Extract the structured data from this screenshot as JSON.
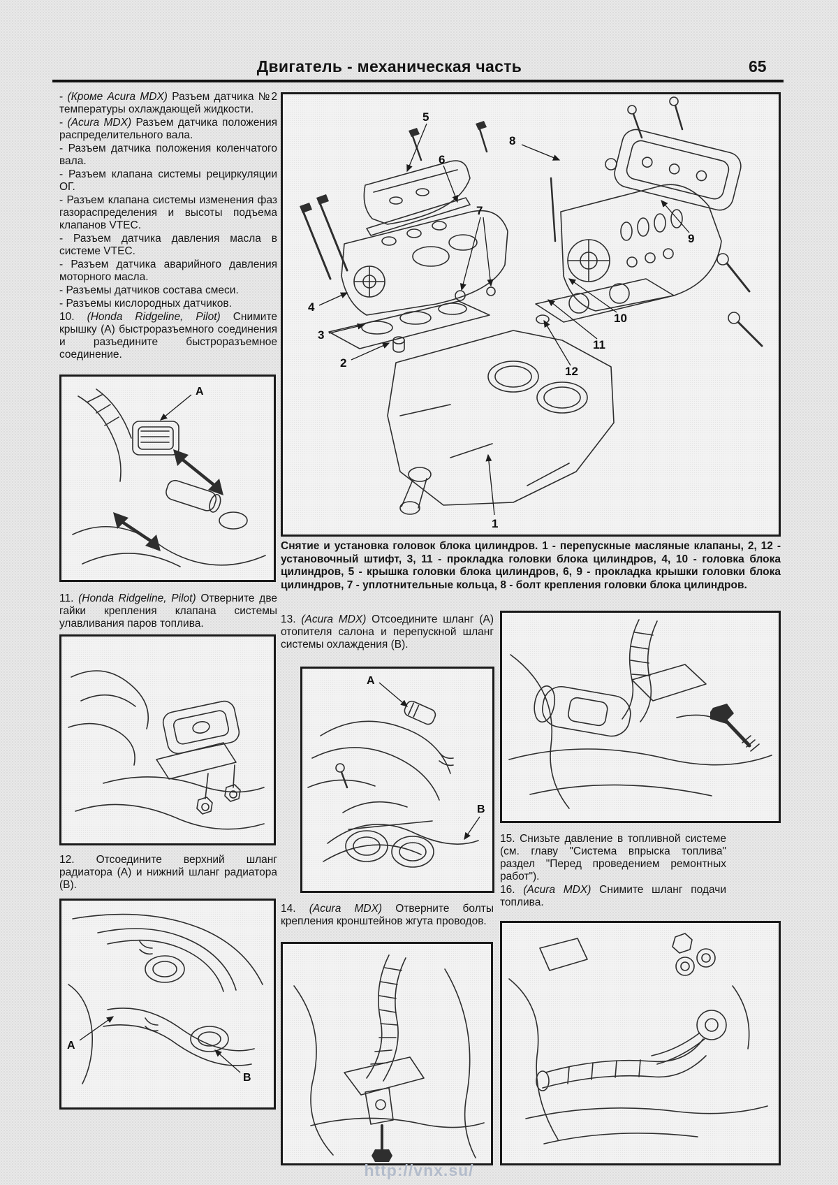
{
  "header": {
    "title": "Двигатель - механическая часть",
    "page_number": "65"
  },
  "left": {
    "bullets": [
      {
        "lead": "- ",
        "italic": "(Кроме Acura MDX)",
        "rest": " Разъем датчика №2 температуры охлаждающей жидкости."
      },
      {
        "lead": "- ",
        "italic": "(Acura MDX)",
        "rest": " Разъем датчика положения распределительного вала."
      },
      {
        "lead": "- ",
        "italic": "",
        "rest": "Разъем датчика положения коленчатого вала."
      },
      {
        "lead": "- ",
        "italic": "",
        "rest": "Разъем клапана системы рециркуляции ОГ."
      },
      {
        "lead": "- ",
        "italic": "",
        "rest": "Разъем клапана системы изменения фаз газораспределения и высоты подъема клапанов VTEC."
      },
      {
        "lead": "- ",
        "italic": "",
        "rest": "Разъем датчика давления масла в системе VTEC."
      },
      {
        "lead": "- ",
        "italic": "",
        "rest": "Разъем датчика аварийного давления моторного масла."
      },
      {
        "lead": "- ",
        "italic": "",
        "rest": "Разъемы датчиков состава смеси."
      },
      {
        "lead": "- ",
        "italic": "",
        "rest": "Разъемы кислородных датчиков."
      }
    ],
    "step10": {
      "lead": "10. ",
      "italic": "(Honda Ridgeline, Pilot)",
      "rest": " Снимите крышку (А) быстроразъемного соединения и разъедините быстроразъемное соединение."
    },
    "step11": {
      "lead": "11. ",
      "italic": "(Honda Ridgeline, Pilot)",
      "rest": " Отверните две гайки крепления клапана системы улавливания паров топлива."
    },
    "step12": {
      "lead": "12. ",
      "italic": "",
      "rest": "Отсоедините верхний шланг радиатора (А) и нижний шланг радиатора (В)."
    },
    "fig1_label_a": "А",
    "fig3_label_a": "А",
    "fig3_label_b": "В"
  },
  "diagram": {
    "caption": "Снятие и установка головок блока цилиндров. 1 - перепускные масляные клапаны, 2, 12 - установочный штифт, 3, 11 - прокладка головки блока цилиндров, 4, 10 - головка блока цилиндров, 5 - крышка головки блока цилиндров, 6, 9 - прокладка крышки головки блока цилиндров, 7 - уплотнительные кольца, 8 - болт крепления головки блока цилиндров.",
    "callouts": [
      "1",
      "2",
      "3",
      "4",
      "5",
      "6",
      "7",
      "8",
      "9",
      "10",
      "11",
      "12"
    ]
  },
  "middle": {
    "step13": {
      "lead": "13. ",
      "italic": "(Acura MDX)",
      "rest": " Отсоедините шланг (А) отопителя салона и перепускной шланг системы охлаждения (В)."
    },
    "step14": {
      "lead": "14. ",
      "italic": "(Acura MDX)",
      "rest": " Отверните болты крепления кронштейнов жгута проводов."
    },
    "fig13_label_a": "А",
    "fig13_label_b": "В"
  },
  "right": {
    "step15": {
      "lead": "15. ",
      "italic": "",
      "rest": "Снизьте давление в топливной системе (см. главу \"Система впрыска топлива\" раздел \"Перед проведением ремонтных работ\")."
    },
    "step16": {
      "lead": "16. ",
      "italic": "(Acura MDX)",
      "rest": " Снимите шланг подачи топлива."
    }
  },
  "watermark": "http://vnx.su/"
}
